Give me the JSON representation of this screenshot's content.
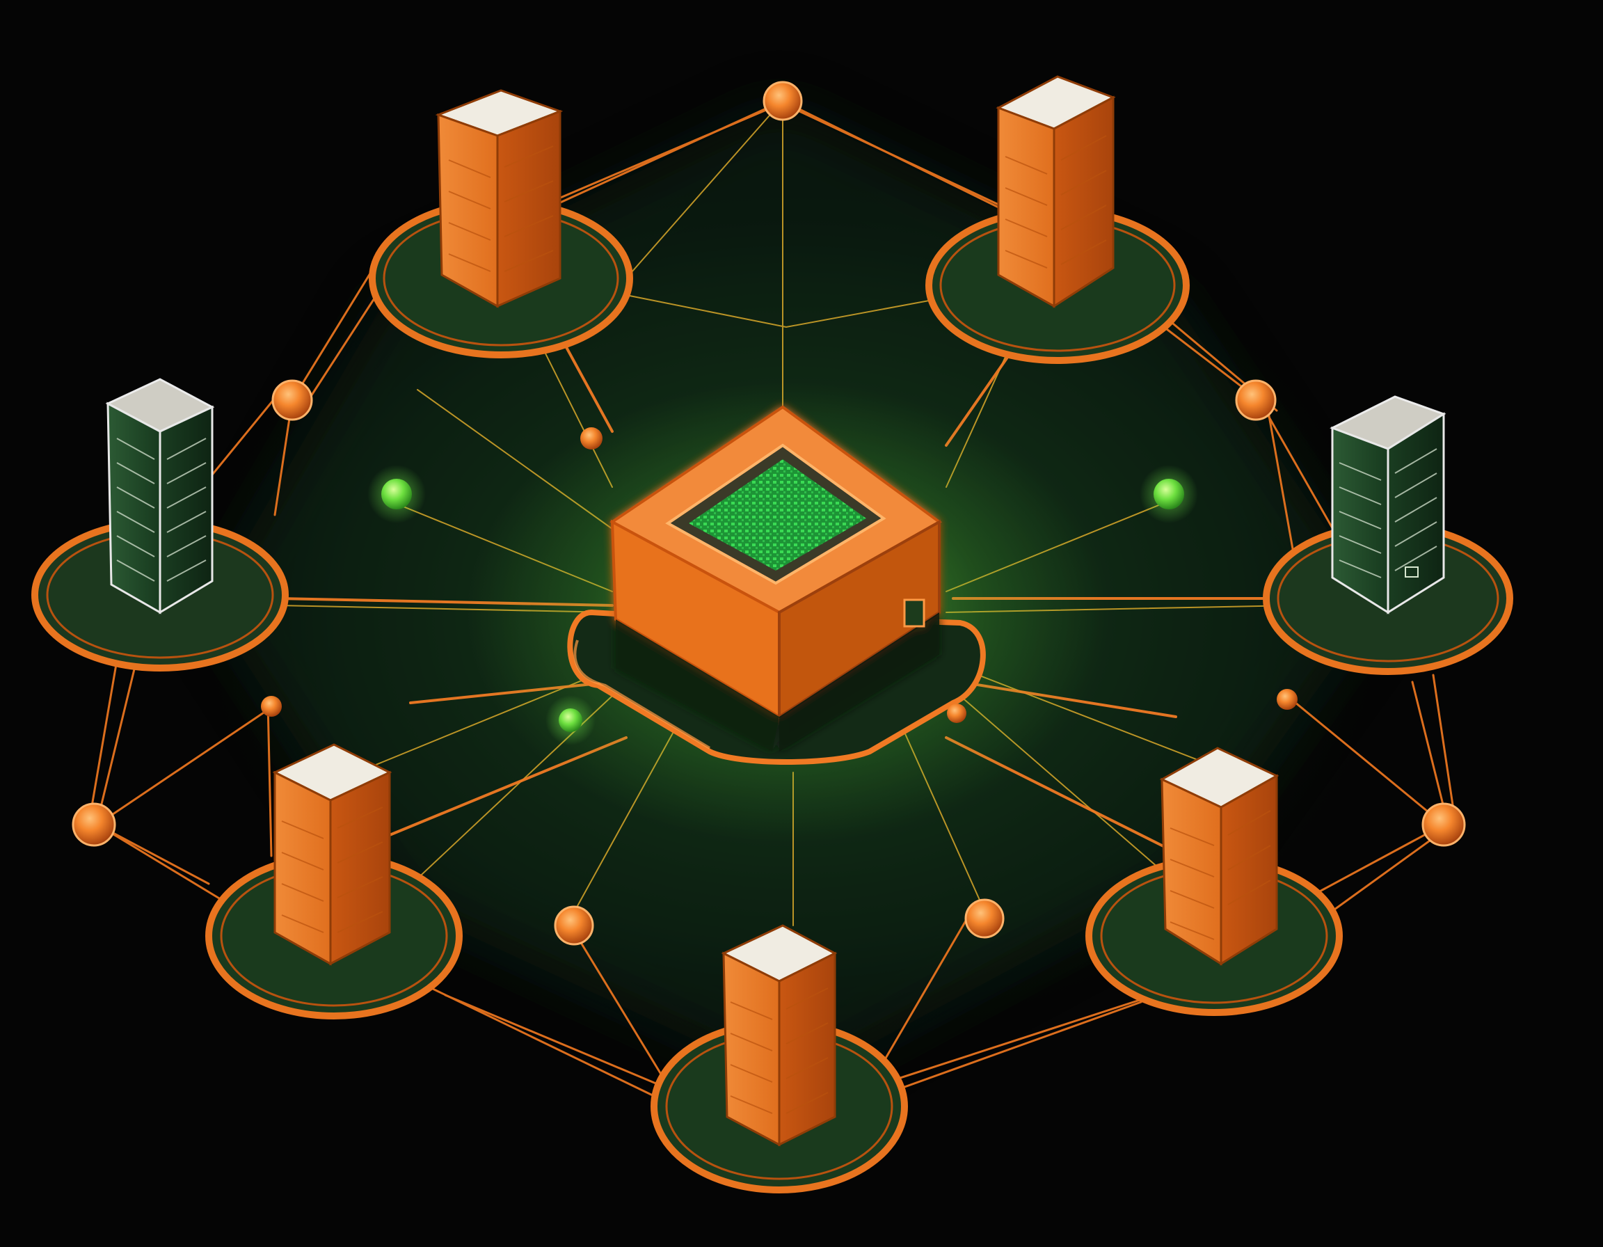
{
  "colors": {
    "background": "#050505",
    "accent_orange": "#f07a24",
    "orange_dark": "#b8470f",
    "orange_light": "#ff9a45",
    "server_top": "#ece8df",
    "dark_green": "#122a17",
    "glow_green": "#4fdc3c",
    "link_yellow": "#e8c030"
  },
  "hub": {
    "icon": "cpu-chip-icon"
  },
  "servers": [
    {
      "id": "top-left",
      "icon": "server-tower-icon",
      "style": "orange"
    },
    {
      "id": "top-right",
      "icon": "server-tower-icon",
      "style": "orange"
    },
    {
      "id": "left",
      "icon": "server-rack-icon",
      "style": "rack"
    },
    {
      "id": "right",
      "icon": "server-rack-icon",
      "style": "rack"
    },
    {
      "id": "bottom-left",
      "icon": "server-tower-icon",
      "style": "orange"
    },
    {
      "id": "bottom-right",
      "icon": "server-tower-icon",
      "style": "orange"
    },
    {
      "id": "bottom",
      "icon": "server-tower-icon",
      "style": "orange"
    }
  ]
}
